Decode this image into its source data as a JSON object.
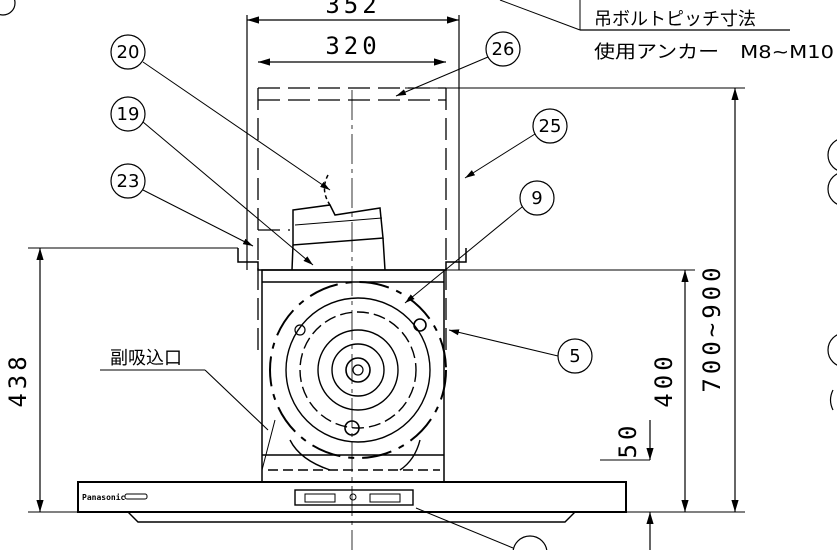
{
  "dimensions": {
    "width_352": "352",
    "width_320": "320",
    "height_438": "438",
    "height_400": "400",
    "height_700_900": "700~900",
    "height_50": "50"
  },
  "notes": {
    "bolt_pitch": "吊ボルトピッチ寸法",
    "anchor": "使用アンカー　M8~M10",
    "sub_intake": "副吸込口"
  },
  "callouts": {
    "c20": "20",
    "c19": "19",
    "c23": "23",
    "c26": "26",
    "c25": "25",
    "c9": "9",
    "c5": "5"
  },
  "brand": "Panasonic"
}
